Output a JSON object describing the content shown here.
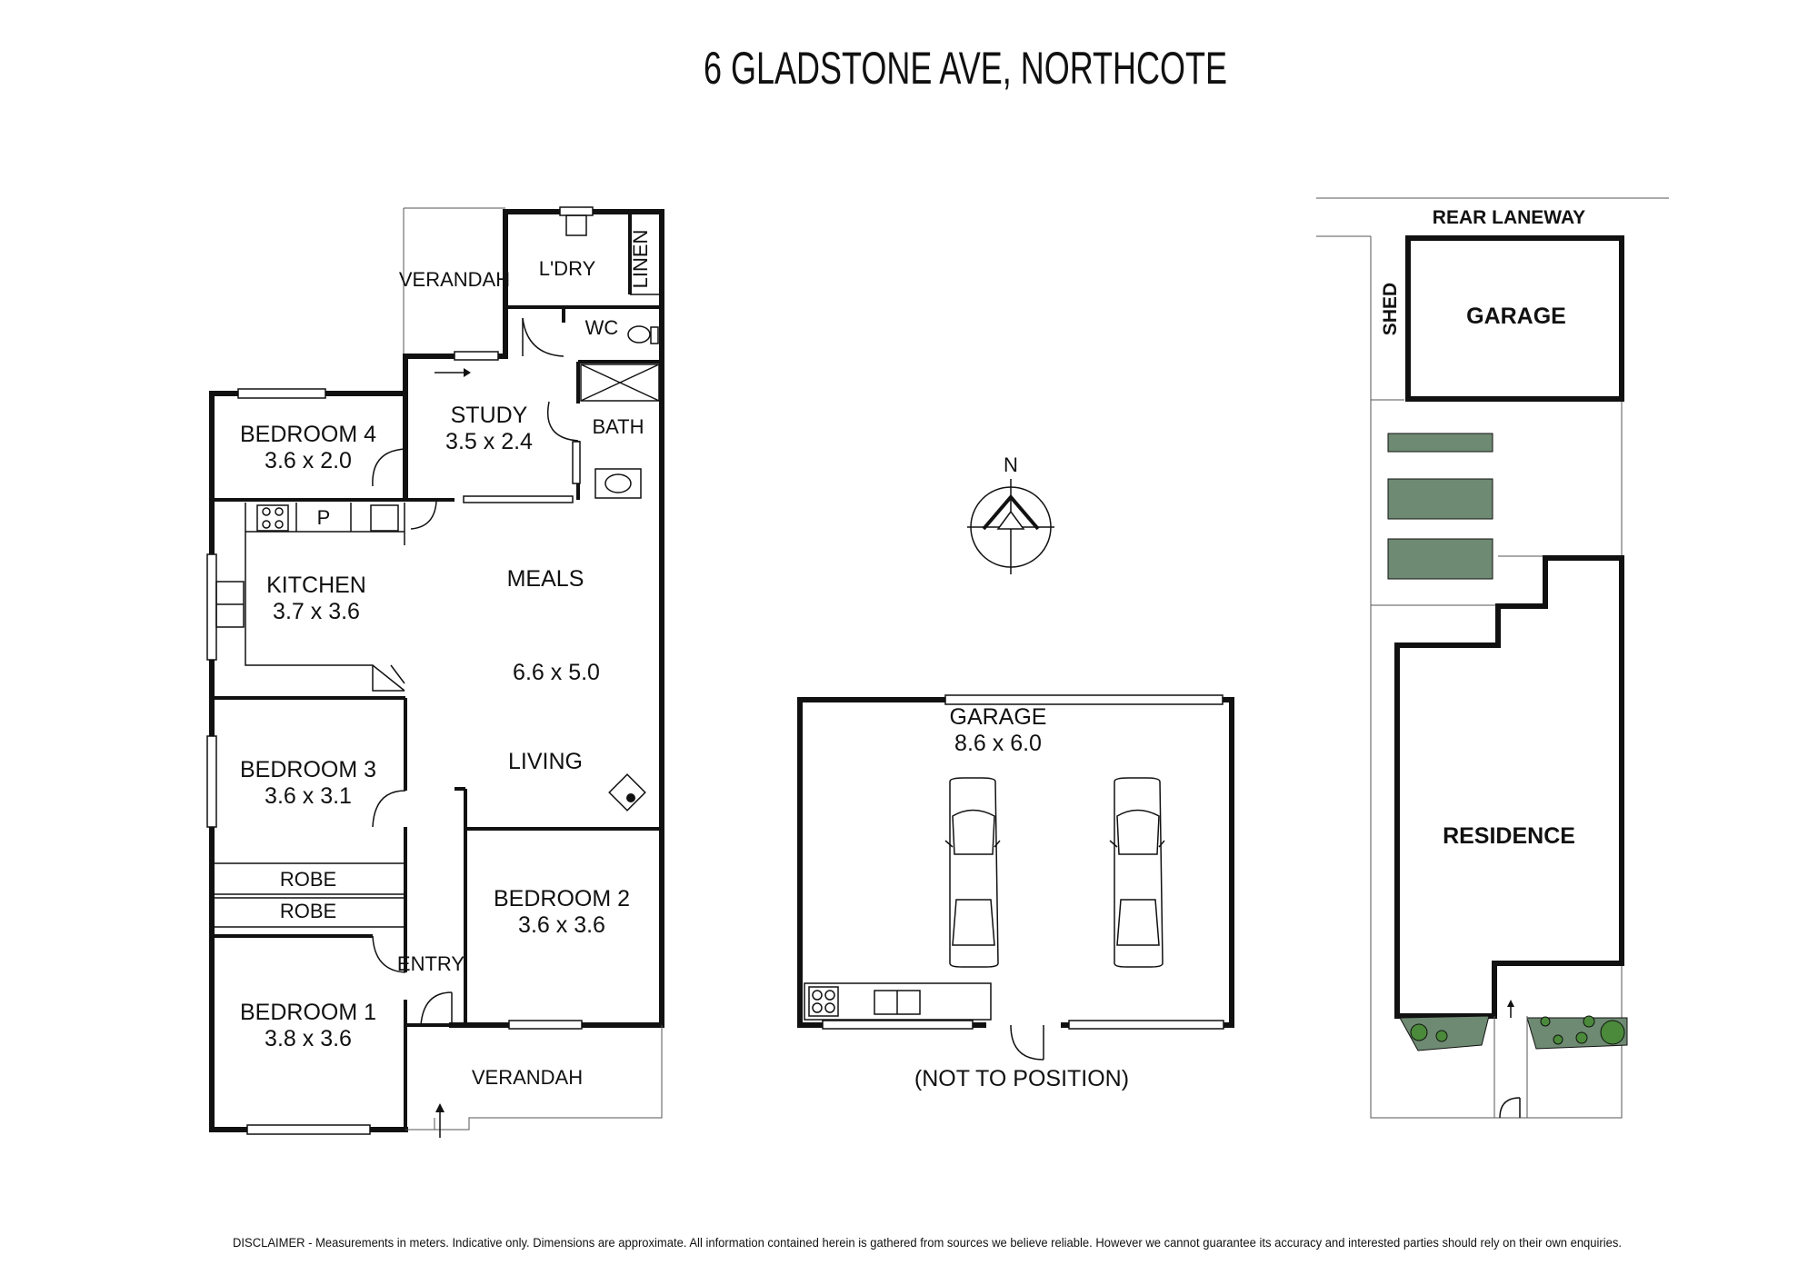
{
  "title": "6 GLADSTONE AVE, NORTHCOTE",
  "disclaimer": "DISCLAIMER - Measurements in meters. Indicative only. Dimensions are approximate. All information contained herein is gathered from sources we believe reliable. However we cannot guarantee its accuracy and interested parties should rely on their own enquiries.",
  "rooms": {
    "verandah_rear": "VERANDAH",
    "laundry": "L'DRY",
    "linen": "LINEN",
    "wc": "WC",
    "bedroom4": {
      "name": "BEDROOM 4",
      "size": "3.6 x 2.0"
    },
    "study": {
      "name": "STUDY",
      "size": "3.5 x 2.4"
    },
    "bath": "BATH",
    "pantry": "P",
    "kitchen": {
      "name": "KITCHEN",
      "size": "3.7 x 3.6"
    },
    "meals": "MEALS",
    "meals_living_size": "6.6 x 5.0",
    "living": "LIVING",
    "bedroom3": {
      "name": "BEDROOM 3",
      "size": "3.6 x 3.1"
    },
    "robe1": "ROBE",
    "robe2": "ROBE",
    "bedroom2": {
      "name": "BEDROOM 2",
      "size": "3.6 x 3.6"
    },
    "entry": "ENTRY",
    "bedroom1": {
      "name": "BEDROOM 1",
      "size": "3.8 x 3.6"
    },
    "verandah_front": "VERANDAH"
  },
  "north_label": "N",
  "garage_plan": {
    "name": "GARAGE",
    "size": "8.6 x 6.0",
    "note": "(NOT TO POSITION)"
  },
  "site_plan": {
    "rear_laneway": "REAR LANEWAY",
    "shed": "SHED",
    "garage": "GARAGE",
    "residence": "RESIDENCE"
  },
  "colors": {
    "wall": "#111111",
    "garden_bed": "#6e8a72",
    "shrub": "#4a8a3a"
  }
}
